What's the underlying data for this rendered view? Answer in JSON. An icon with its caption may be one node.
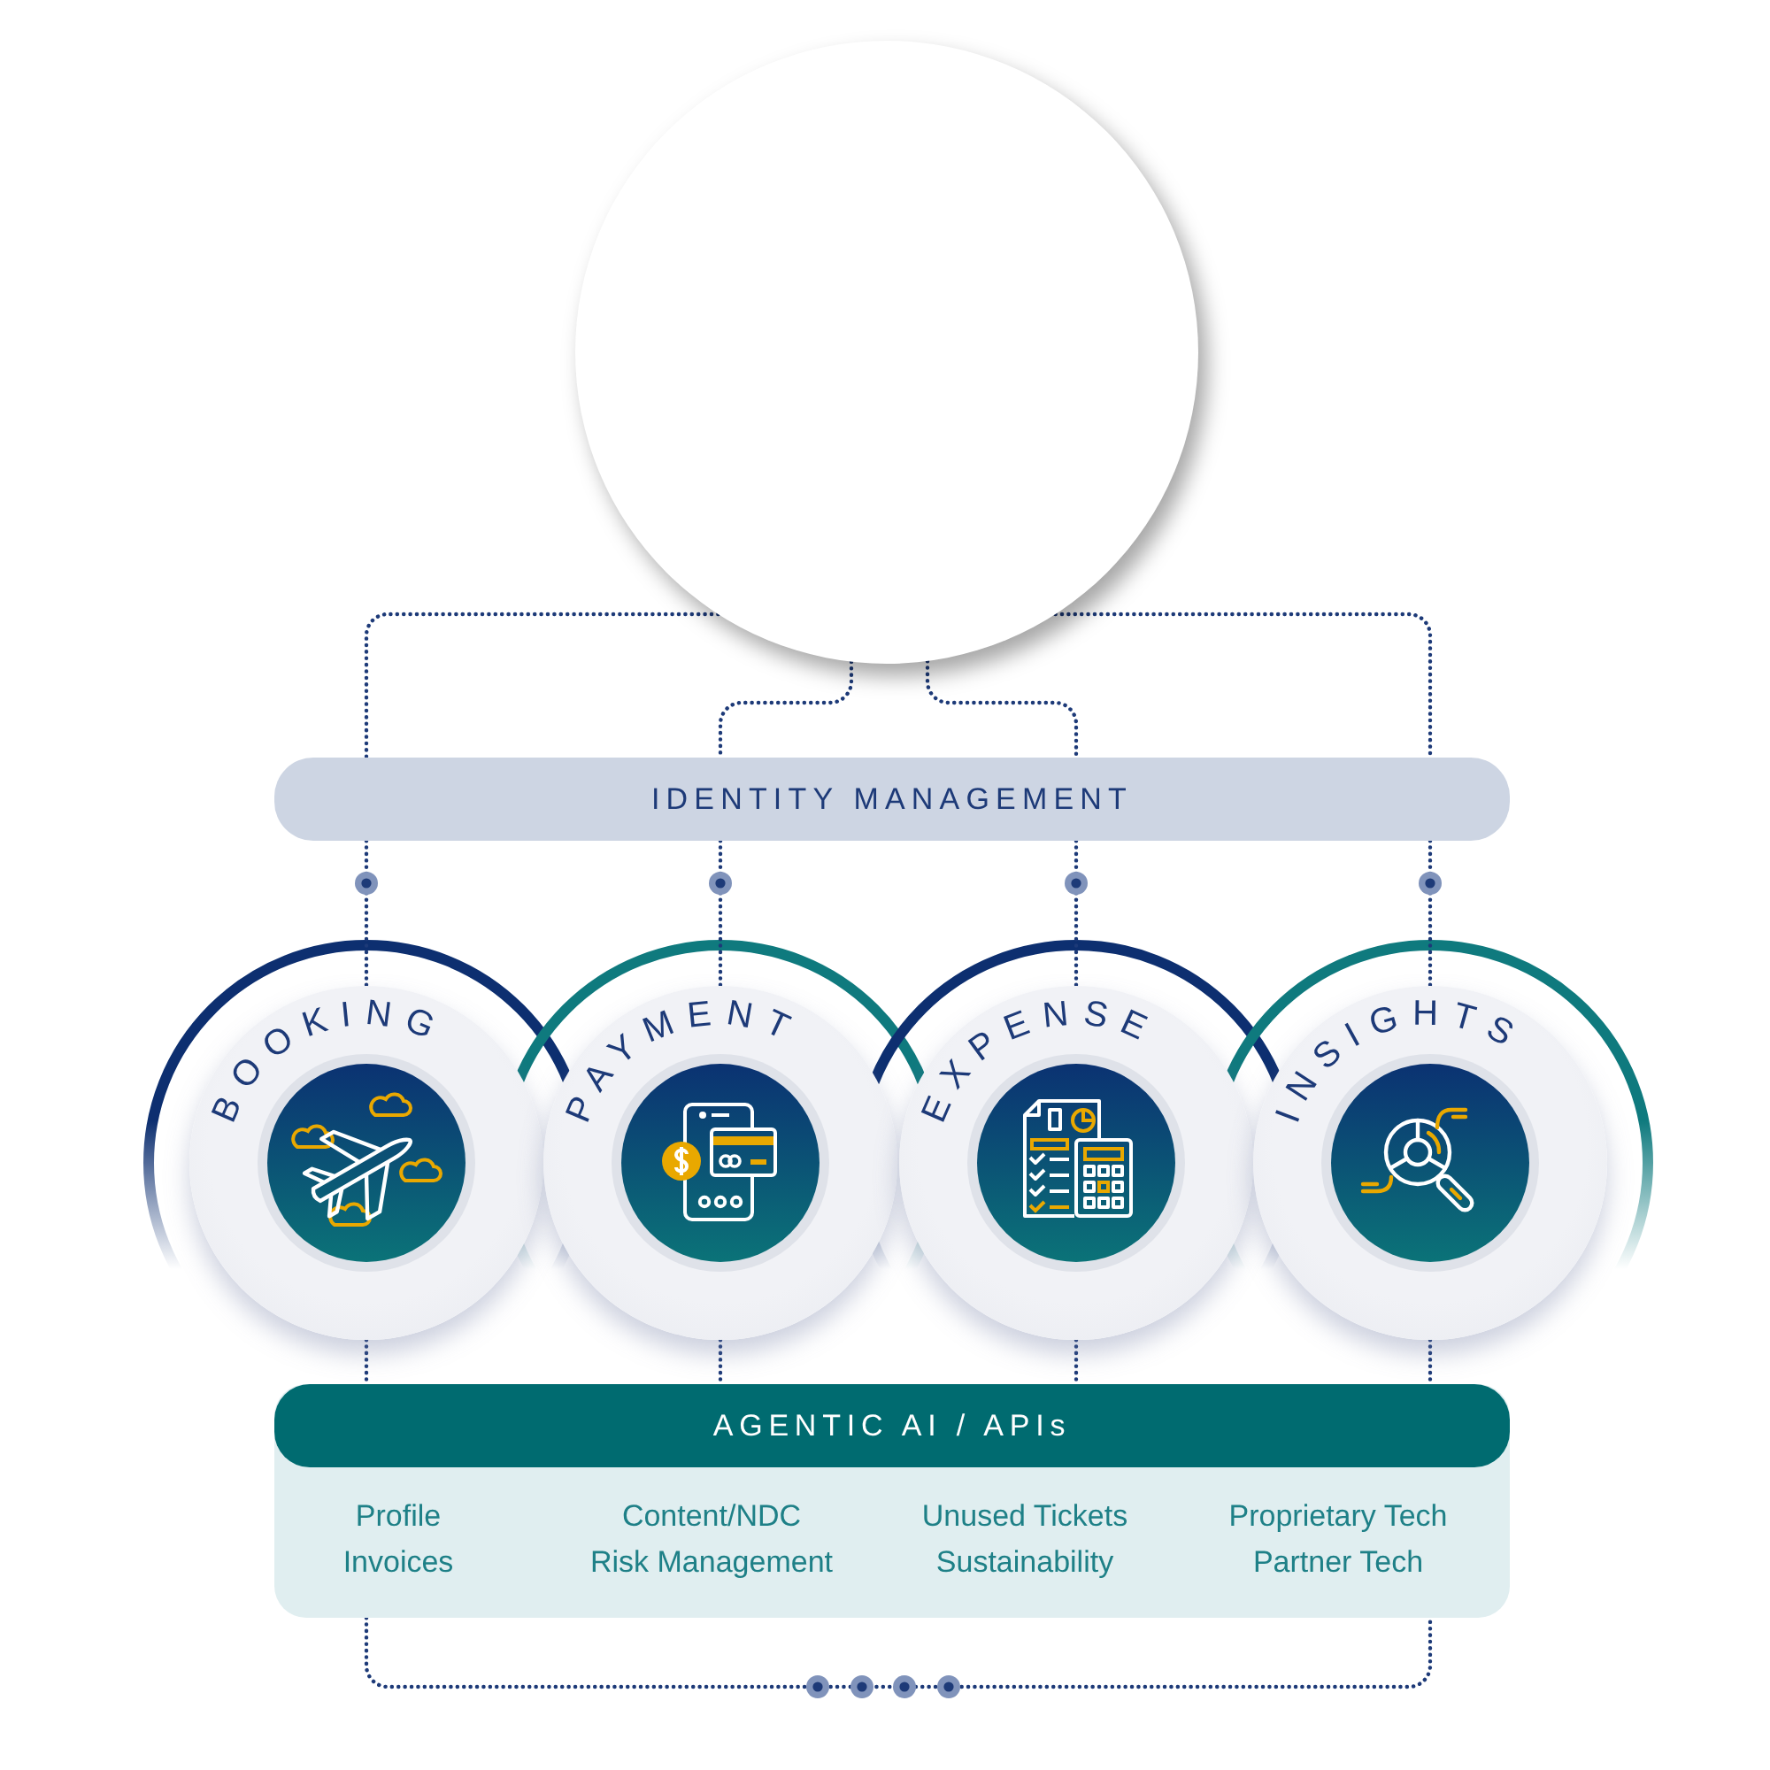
{
  "diagram": {
    "nodes": [
      {
        "text": [],
        "shape": "circle"
      },
      {
        "text": [
          "IDENTITY MANAGEMENT"
        ]
      },
      {
        "text": [
          "BOOKING"
        ]
      },
      {
        "text": [
          "PAYMENT"
        ]
      },
      {
        "text": [
          "EXPENSE"
        ]
      },
      {
        "text": [
          "INSIGHTS"
        ]
      },
      {
        "text": [
          "AGENTIC AI / APIs",
          "Profile",
          "Invoices",
          "Content/NDC",
          "Risk Management",
          "Unused Tickets",
          "Sustainability",
          "Proprietary Tech",
          "Partner Tech"
        ]
      }
    ],
    "edges": [
      {
        "from": 0,
        "to": 1,
        "arrow": "none"
      },
      {
        "from": 0,
        "to": 1,
        "arrow": "none"
      },
      {
        "from": 0,
        "to": 1,
        "arrow": "none"
      },
      {
        "from": 0,
        "to": 1,
        "arrow": "none"
      },
      {
        "from": 1,
        "to": 2,
        "arrow": "none"
      },
      {
        "from": 1,
        "to": 3,
        "arrow": "none"
      },
      {
        "from": 1,
        "to": 4,
        "arrow": "none"
      },
      {
        "from": 1,
        "to": 5,
        "arrow": "none"
      },
      {
        "from": 2,
        "to": 6,
        "arrow": "none"
      },
      {
        "from": 3,
        "to": 6,
        "arrow": "none"
      },
      {
        "from": 4,
        "to": 6,
        "arrow": "none"
      },
      {
        "from": 5,
        "to": 6,
        "arrow": "none"
      },
      {
        "from": 6,
        "to": 6,
        "arrow": "none"
      }
    ]
  }
}
